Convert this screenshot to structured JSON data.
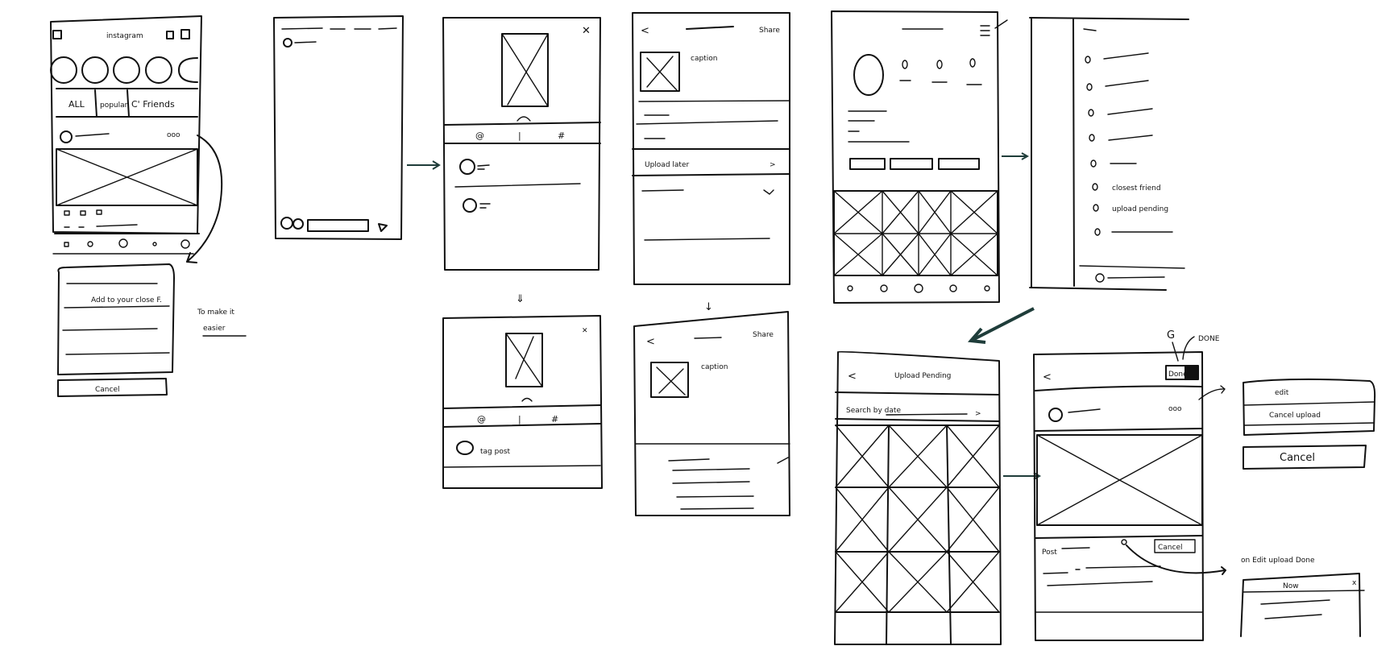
{
  "feed": {
    "app_title": "instagram",
    "tabs": [
      "ALL",
      "popular",
      "C' Friends"
    ],
    "more_icon": "ooo"
  },
  "close_friends_sheet": {
    "option": "Add to your close F.",
    "cancel": "Cancel",
    "note_line1": "To make it",
    "note_line2": "easier"
  },
  "post_composer": {
    "tab_icons": [
      "@",
      "|",
      "#"
    ],
    "tag_label": "tag post"
  },
  "share_screen": {
    "back": "<",
    "share": "Share",
    "caption": "caption",
    "upload_later": "Upload later",
    "chevron": ">"
  },
  "side_menu": {
    "items": [
      "closest friend",
      "upload pending"
    ]
  },
  "upload_pending": {
    "back": "<",
    "title": "Upload Pending",
    "search": "Search by date",
    "chevron": ">"
  },
  "pending_post": {
    "back": "<",
    "done_button": "Done",
    "annotation_refresh": "G",
    "annotation_done": "DONE",
    "more_icon": "ooo",
    "post_label": "Post",
    "cancel_button": "Cancel"
  },
  "options_popup": {
    "edit": "edit",
    "cancel_upload": "Cancel upload",
    "cancel": "Cancel"
  },
  "upload_done_note": {
    "text": "on Edit upload Done",
    "dialog_title": "Now",
    "close": "x"
  }
}
